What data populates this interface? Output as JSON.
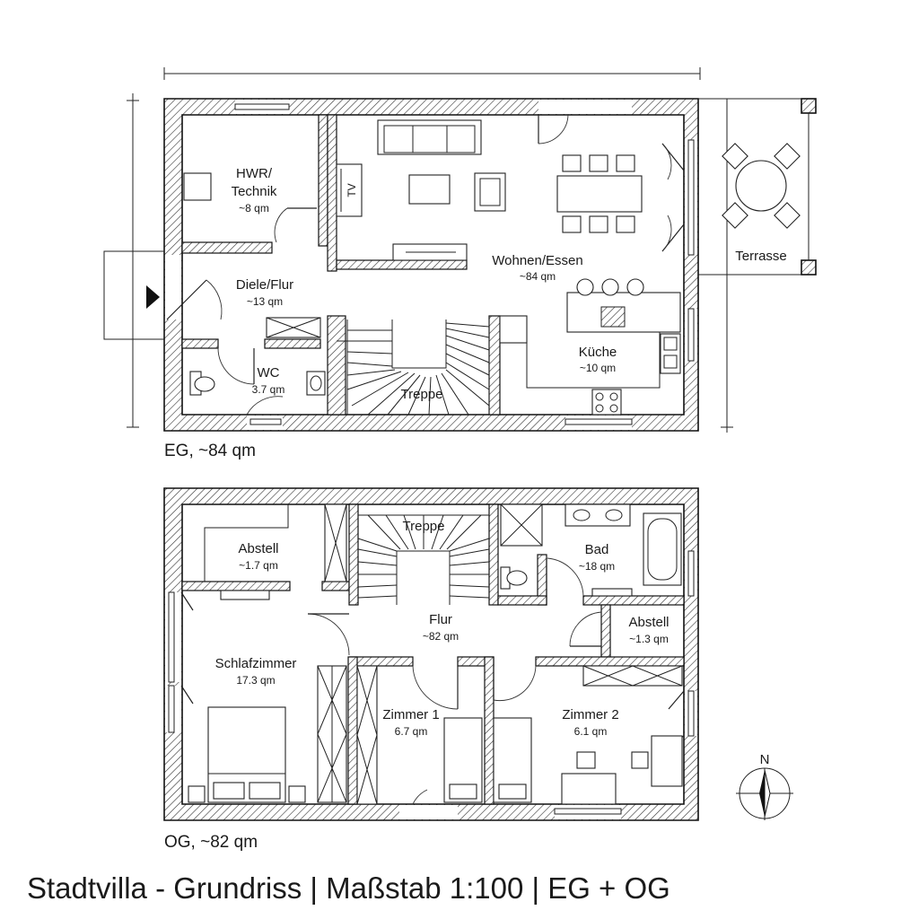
{
  "floors": {
    "eg": {
      "label": "EG, ~84 qm",
      "rooms": {
        "hwr": {
          "name_line1": "HWR/",
          "name_line2": "Technik",
          "area": "~8 qm"
        },
        "wohnen": {
          "name": "Wohnen/Essen",
          "area": "~84 qm"
        },
        "diele": {
          "name": "Diele/Flur",
          "area": "~13 qm"
        },
        "wc": {
          "name": "WC",
          "area": "3.7 qm"
        },
        "treppe": {
          "name": "Treppe"
        },
        "kueche": {
          "name": "Küche",
          "area": "~10 qm"
        },
        "terrasse": {
          "name": "Terrasse"
        }
      },
      "tv_label": "TV"
    },
    "og": {
      "label": "OG, ~82 qm",
      "rooms": {
        "abstell1": {
          "name": "Abstell",
          "area": "~1.7 qm"
        },
        "treppe": {
          "name": "Treppe"
        },
        "bad": {
          "name": "Bad",
          "area": "~18 qm"
        },
        "flur": {
          "name": "Flur",
          "area": "~82 qm"
        },
        "abstell2": {
          "name": "Abstell",
          "area": "~1.3 qm"
        },
        "schlafzimmer": {
          "name": "Schlafzimmer",
          "area": "17.3 qm"
        },
        "zimmer1": {
          "name": "Zimmer 1",
          "area": "6.7 qm"
        },
        "zimmer2": {
          "name": "Zimmer 2",
          "area": "6.1 qm"
        }
      }
    }
  },
  "compass": {
    "north_label": "N"
  },
  "caption": "Stadtvilla - Grundriss | Maßstab 1:100 | EG + OG",
  "icons": [
    "entrance-arrow-icon",
    "compass-rose-icon",
    "toilet-icon",
    "sink-icon",
    "stove-icon",
    "bathtub-icon",
    "shower-icon",
    "bed-icon"
  ]
}
